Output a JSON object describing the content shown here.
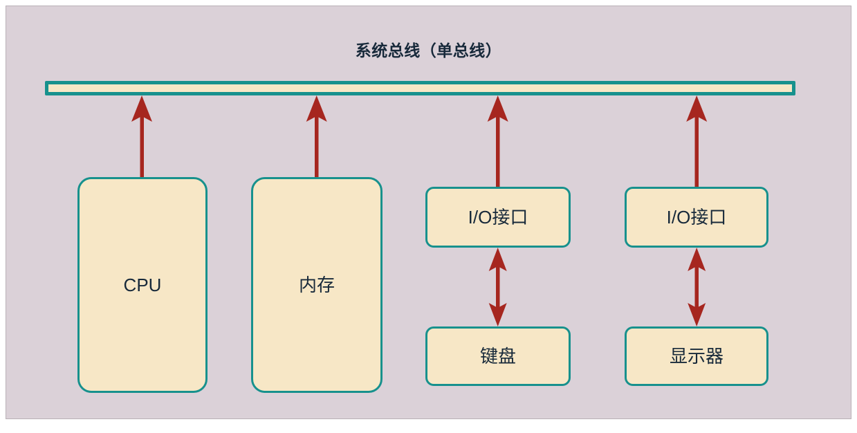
{
  "diagram": {
    "title": "系统总线（单总线）",
    "background_color": "#dbd1d8",
    "node_fill_color": "#f7e7c6",
    "node_border_color": "#17918d",
    "arrow_color": "#a6261f",
    "text_color": "#17293a",
    "bus": {
      "name": "system-bus",
      "label": ""
    },
    "nodes": [
      {
        "id": "cpu",
        "label": "CPU",
        "shape": "rounded-rect-tall"
      },
      {
        "id": "memory",
        "label": "内存",
        "shape": "rounded-rect-tall"
      },
      {
        "id": "io1",
        "label": "I/O接口",
        "shape": "rounded-rect-wide"
      },
      {
        "id": "io2",
        "label": "I/O接口",
        "shape": "rounded-rect-wide"
      },
      {
        "id": "keyboard",
        "label": "键盘",
        "shape": "rounded-rect-wide"
      },
      {
        "id": "monitor",
        "label": "显示器",
        "shape": "rounded-rect-wide"
      }
    ],
    "connections": [
      {
        "from": "cpu",
        "to": "bus",
        "type": "single-arrow-up"
      },
      {
        "from": "memory",
        "to": "bus",
        "type": "single-arrow-up"
      },
      {
        "from": "io1",
        "to": "bus",
        "type": "single-arrow-up"
      },
      {
        "from": "io2",
        "to": "bus",
        "type": "single-arrow-up"
      },
      {
        "from": "io1",
        "to": "keyboard",
        "type": "double-arrow-vertical"
      },
      {
        "from": "io2",
        "to": "monitor",
        "type": "double-arrow-vertical"
      }
    ]
  }
}
